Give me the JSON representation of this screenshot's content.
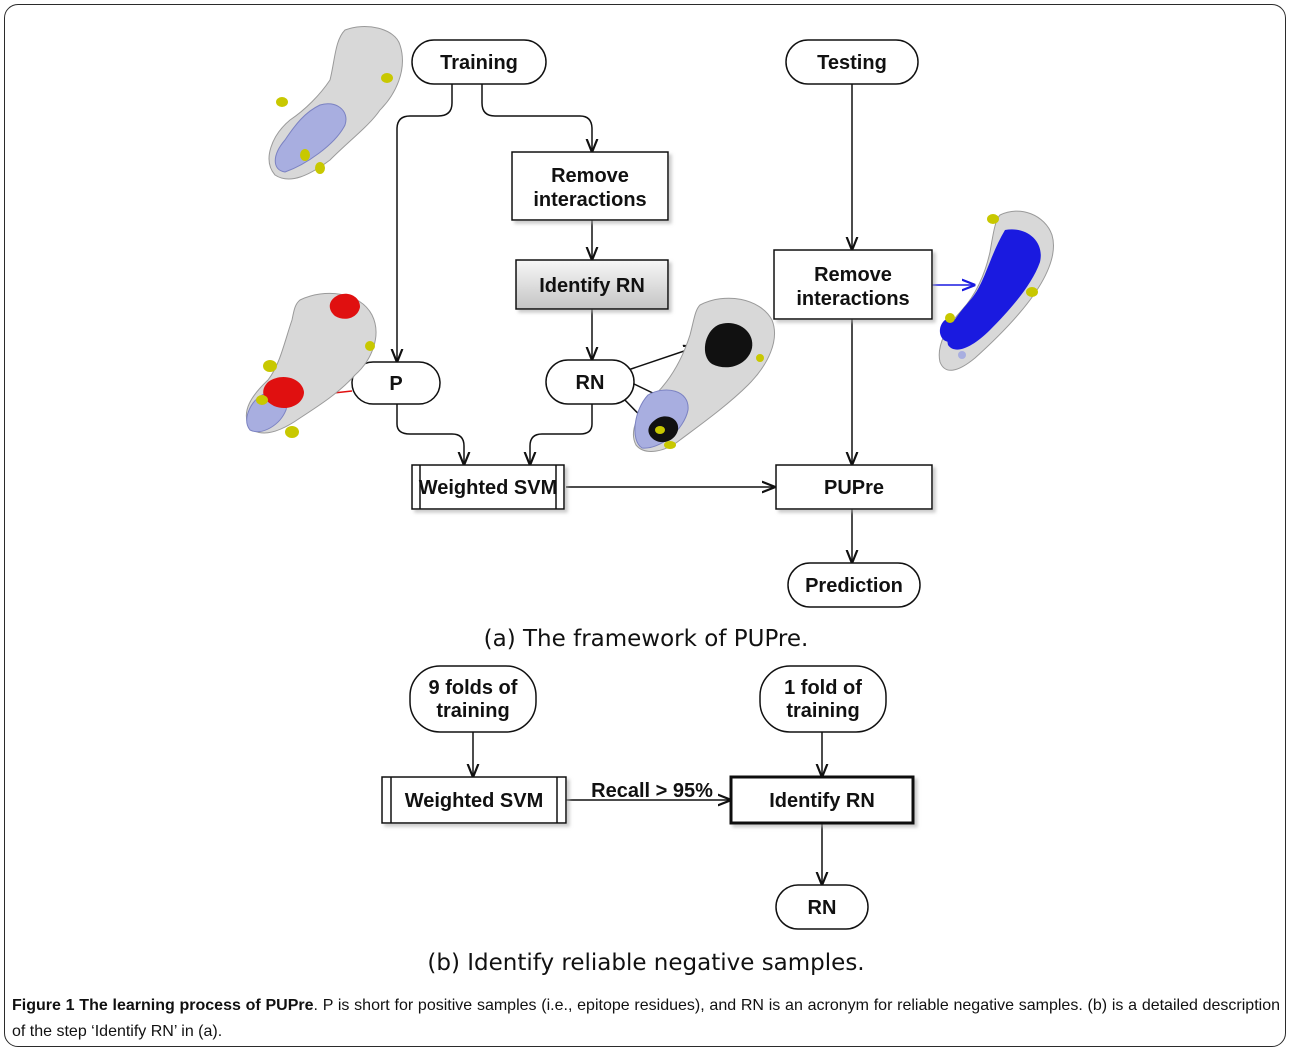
{
  "panel_a": {
    "nodes": {
      "training": "Training",
      "testing": "Testing",
      "remove_interactions_1a": "Remove",
      "remove_interactions_1b": "interactions",
      "identify_rn": "Identify RN",
      "remove_interactions_2a": "Remove",
      "remove_interactions_2b": "interactions",
      "p": "P",
      "rn": "RN",
      "weighted_svm": "Weighted SVM",
      "pupre": "PUPre",
      "prediction": "Prediction"
    },
    "caption": "(a) The framework of PUPre."
  },
  "panel_b": {
    "nodes": {
      "nine_folds_a": "9 folds of",
      "nine_folds_b": "training",
      "one_fold_a": "1 fold of",
      "one_fold_b": "training",
      "weighted_svm": "Weighted SVM",
      "identify_rn": "Identify RN",
      "rn": "RN"
    },
    "edge_label": "Recall > 95%",
    "caption": "(b) Identify reliable negative samples."
  },
  "figure_caption": {
    "label": "Figure 1 The learning process of PUPre",
    "text": ". P is short for positive samples (i.e., epitope residues), and RN is an acronym for reliable negative samples. (b) is a detailed description of the step ‘Identify RN’ in (a)."
  },
  "colors": {
    "protein_surface": "#d8d8d8",
    "protein_lavender": "#a8aee0",
    "epitope_red": "#e01010",
    "rn_black": "#111111",
    "test_blue": "#1a1ae0",
    "yellow_patch": "#c8c800",
    "arrow_red": "#e01010",
    "arrow_blue": "#1a1ae0"
  }
}
